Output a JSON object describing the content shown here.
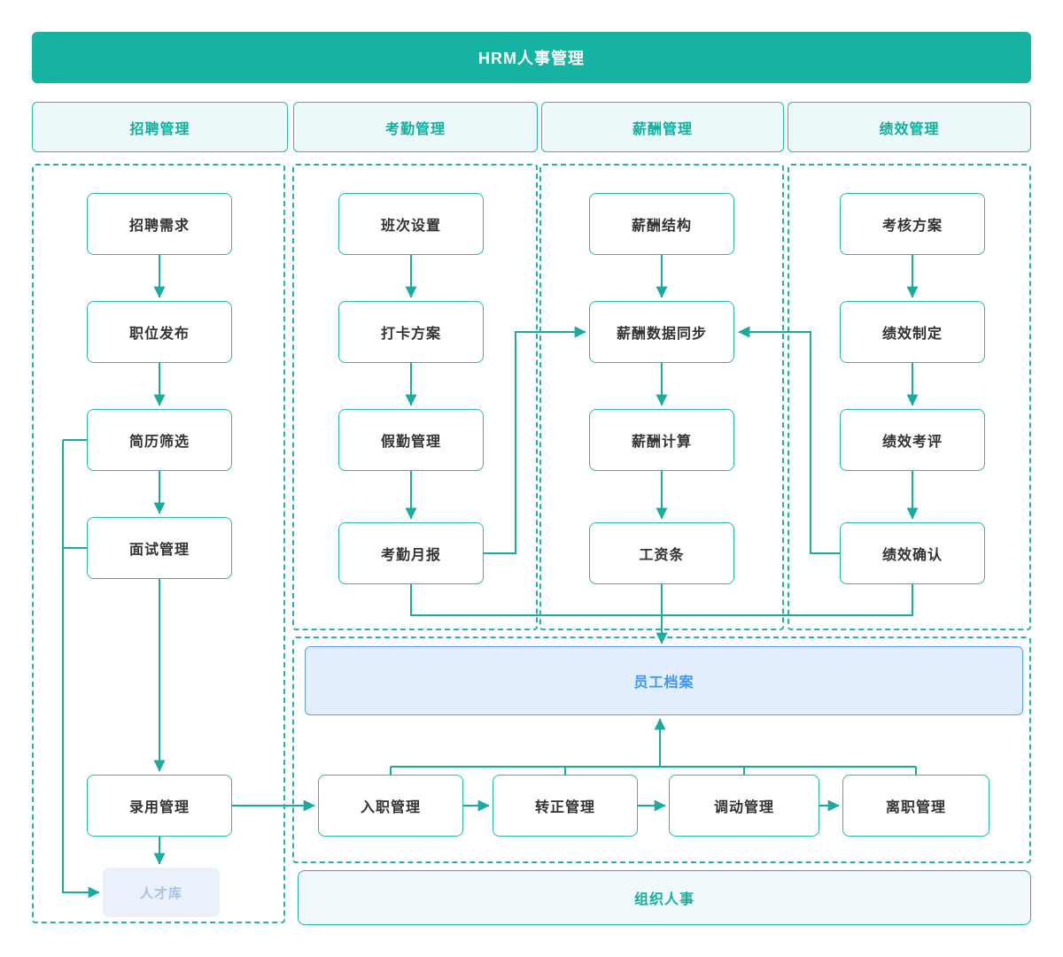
{
  "title": "HRM人事管理",
  "groups": [
    {
      "header": "招聘管理",
      "nodes": [
        "招聘需求",
        "职位发布",
        "简历筛选",
        "面试管理",
        "录用管理"
      ],
      "talent_pool": "人才库"
    },
    {
      "header": "考勤管理",
      "nodes": [
        "班次设置",
        "打卡方案",
        "假勤管理",
        "考勤月报"
      ]
    },
    {
      "header": "薪酬管理",
      "nodes": [
        "薪酬结构",
        "薪酬数据同步",
        "薪酬计算",
        "工资条"
      ]
    },
    {
      "header": "绩效管理",
      "nodes": [
        "考核方案",
        "绩效制定",
        "绩效考评",
        "绩效确认"
      ]
    }
  ],
  "archive": {
    "label": "员工档案"
  },
  "lifecycle": {
    "nodes": [
      "入职管理",
      "转正管理",
      "调动管理",
      "离职管理"
    ]
  },
  "org": {
    "label": "组织人事"
  },
  "colors": {
    "banner_teal": "#16b2a2",
    "node_border_teal": "#2bb8aa",
    "teal_text": "#10b09e",
    "header_fill": "#edf8fb",
    "node_text": "#333333",
    "connector": "#1aab9f",
    "archive_fill": "#e2eefc",
    "archive_border": "#5b9ff0",
    "archive_text": "#3e97f3",
    "talent_fill": "#eaf1fa",
    "talent_text": "#a9c2e2",
    "org_fill": "#f0f8fb"
  }
}
